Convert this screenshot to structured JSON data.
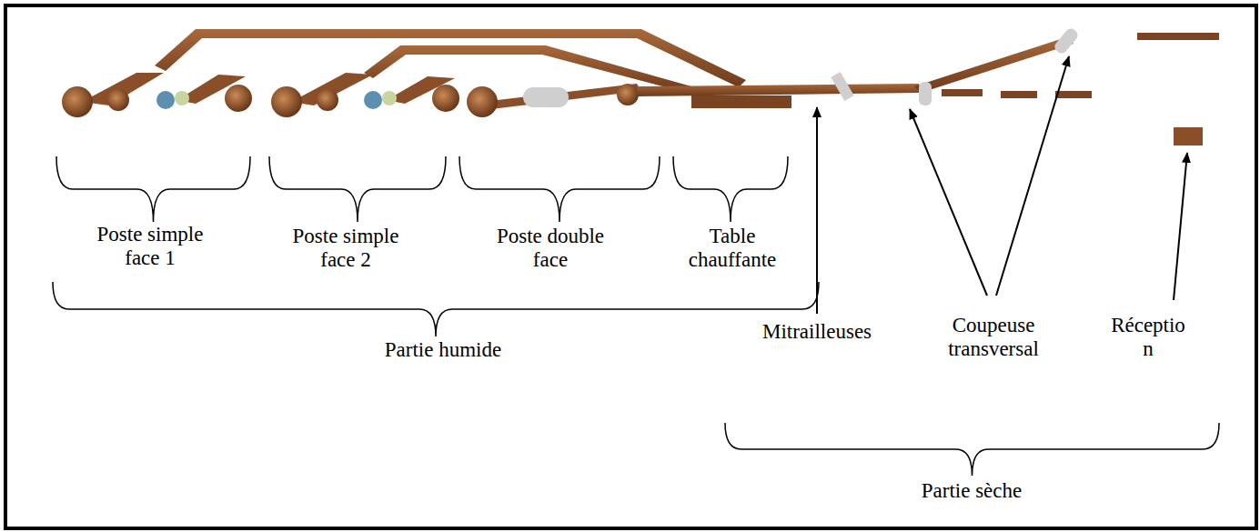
{
  "diagram": {
    "labels": [
      "Poste simple face 1",
      "Poste simple face 2",
      "Poste double face",
      "Table chauffante",
      "Partie humide",
      "Mitrailleuses",
      "Coupeuse transversal",
      "Réceptio n",
      "Partie sèche"
    ]
  }
}
